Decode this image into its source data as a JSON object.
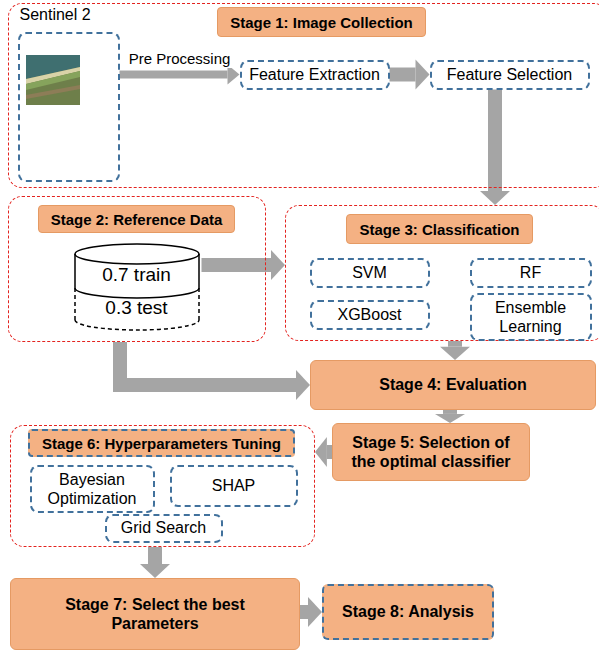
{
  "diagram": {
    "nodes": [
      {
        "text": [
          "Stage 1: Image Collection"
        ]
      },
      {
        "text": [
          "Sentinel 2"
        ],
        "in": 0
      },
      {
        "text": [
          "Feature Extraction"
        ],
        "in": 0
      },
      {
        "text": [
          "Feature Selection"
        ],
        "in": 0
      },
      {
        "text": [
          "Stage 2: Reference Data"
        ]
      },
      {
        "text": [
          "0.7 train",
          "0.3 test"
        ],
        "in": 4
      },
      {
        "text": [
          "Stage 3: Classification"
        ]
      },
      {
        "text": [
          "SVM"
        ],
        "in": 6
      },
      {
        "text": [
          "RF"
        ],
        "in": 6
      },
      {
        "text": [
          "XGBoost"
        ],
        "in": 6
      },
      {
        "text": [
          "Ensemble Learning"
        ],
        "in": 6
      },
      {
        "text": [
          "Stage 4: Evaluation"
        ]
      },
      {
        "text": [
          "Stage 5: Selection of the optimal classifier"
        ]
      },
      {
        "text": [
          "Stage 6: Hyperparameters Tuning"
        ]
      },
      {
        "text": [
          "Bayesian Optimization"
        ],
        "in": 13
      },
      {
        "text": [
          "SHAP"
        ],
        "in": 13
      },
      {
        "text": [
          "Grid Search"
        ],
        "in": 13
      },
      {
        "text": [
          "Stage 7: Select the best Parameters"
        ]
      },
      {
        "text": [
          "Stage 8: Analysis"
        ]
      }
    ],
    "edges": [
      {
        "from": 1,
        "to": 2,
        "arrow": "to",
        "label": "Pre Processing"
      },
      {
        "from": 2,
        "to": 3,
        "arrow": "to"
      },
      {
        "from": 3,
        "to": 6,
        "arrow": "to"
      },
      {
        "from": 5,
        "to": 6,
        "arrow": "to"
      },
      {
        "from": 4,
        "to": 11,
        "arrow": "to"
      },
      {
        "from": 6,
        "to": 11,
        "arrow": "to"
      },
      {
        "from": 11,
        "to": 12,
        "arrow": "to"
      },
      {
        "from": 12,
        "to": 13,
        "arrow": "to"
      },
      {
        "from": 13,
        "to": 17,
        "arrow": "to"
      },
      {
        "from": 17,
        "to": 18,
        "arrow": "to"
      }
    ]
  }
}
